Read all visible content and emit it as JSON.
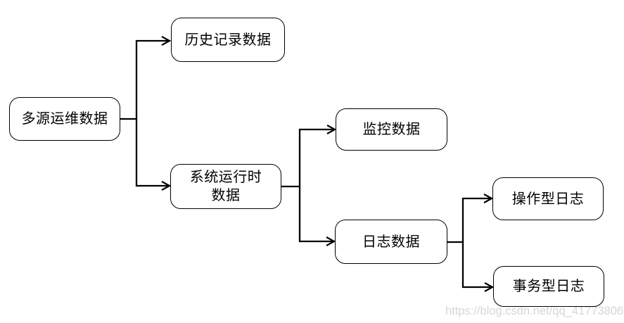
{
  "diagram": {
    "type": "flowchart-tree",
    "direction": "left-to-right",
    "nodes": {
      "source": {
        "label": "多源运维数据"
      },
      "history": {
        "label": "历史记录数据"
      },
      "runtime": {
        "label": "系统运行时数据"
      },
      "monitoring": {
        "label": "监控数据"
      },
      "log": {
        "label": "日志数据"
      },
      "operational": {
        "label": "操作型日志"
      },
      "transactional": {
        "label": "事务型日志"
      }
    },
    "edges": [
      {
        "from": "多源运维数据",
        "to": "历史记录数据"
      },
      {
        "from": "多源运维数据",
        "to": "系统运行时数据"
      },
      {
        "from": "系统运行时数据",
        "to": "监控数据"
      },
      {
        "from": "系统运行时数据",
        "to": "日志数据"
      },
      {
        "from": "日志数据",
        "to": "操作型日志"
      },
      {
        "from": "日志数据",
        "to": "事务型日志"
      }
    ],
    "colors": {
      "background": "#ffffff",
      "node_fill": "#ffffff",
      "node_border": "#000000",
      "line": "#000000",
      "text": "#000000",
      "watermark": "#d6d6d6"
    }
  },
  "watermark": {
    "text": "https://blog.csdn.net/qq_41773806"
  }
}
